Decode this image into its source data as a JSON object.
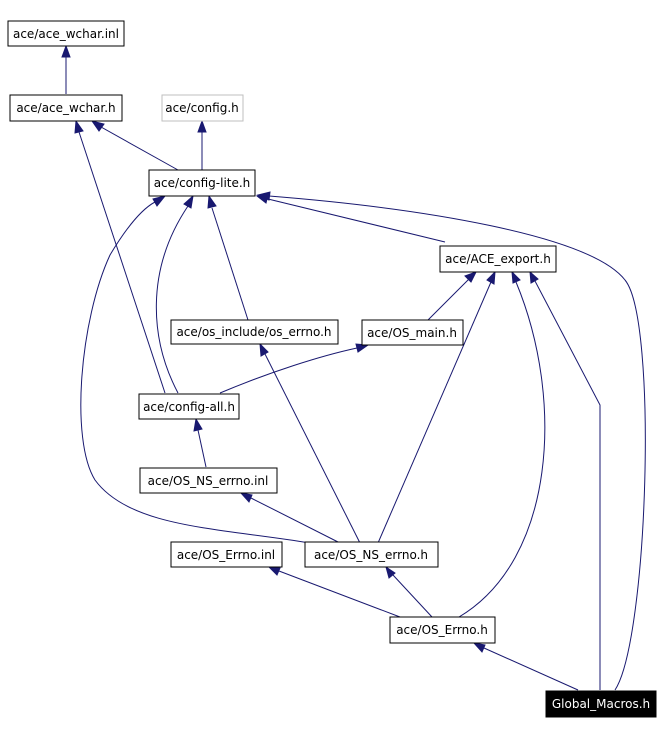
{
  "colors": {
    "edge": "#191970",
    "node_border": "#000000",
    "node_border_missing": "#bfbfbf",
    "highlight_fill": "#000000",
    "highlight_text": "#ffffff",
    "background": "#ffffff"
  },
  "nodes": {
    "ace_wchar_inl": {
      "label": "ace/ace_wchar.inl"
    },
    "ace_wchar_h": {
      "label": "ace/ace_wchar.h"
    },
    "config_h": {
      "label": "ace/config.h"
    },
    "config_lite_h": {
      "label": "ace/config-lite.h"
    },
    "ace_export_h": {
      "label": "ace/ACE_export.h"
    },
    "os_include_errno_h": {
      "label": "ace/os_include/os_errno.h"
    },
    "os_main_h": {
      "label": "ace/OS_main.h"
    },
    "config_all_h": {
      "label": "ace/config-all.h"
    },
    "os_ns_errno_inl": {
      "label": "ace/OS_NS_errno.inl"
    },
    "os_errno_inl": {
      "label": "ace/OS_Errno.inl"
    },
    "os_ns_errno_h": {
      "label": "ace/OS_NS_errno.h"
    },
    "os_errno_h": {
      "label": "ace/OS_Errno.h"
    },
    "global_macros_h": {
      "label": "Global_Macros.h"
    }
  }
}
